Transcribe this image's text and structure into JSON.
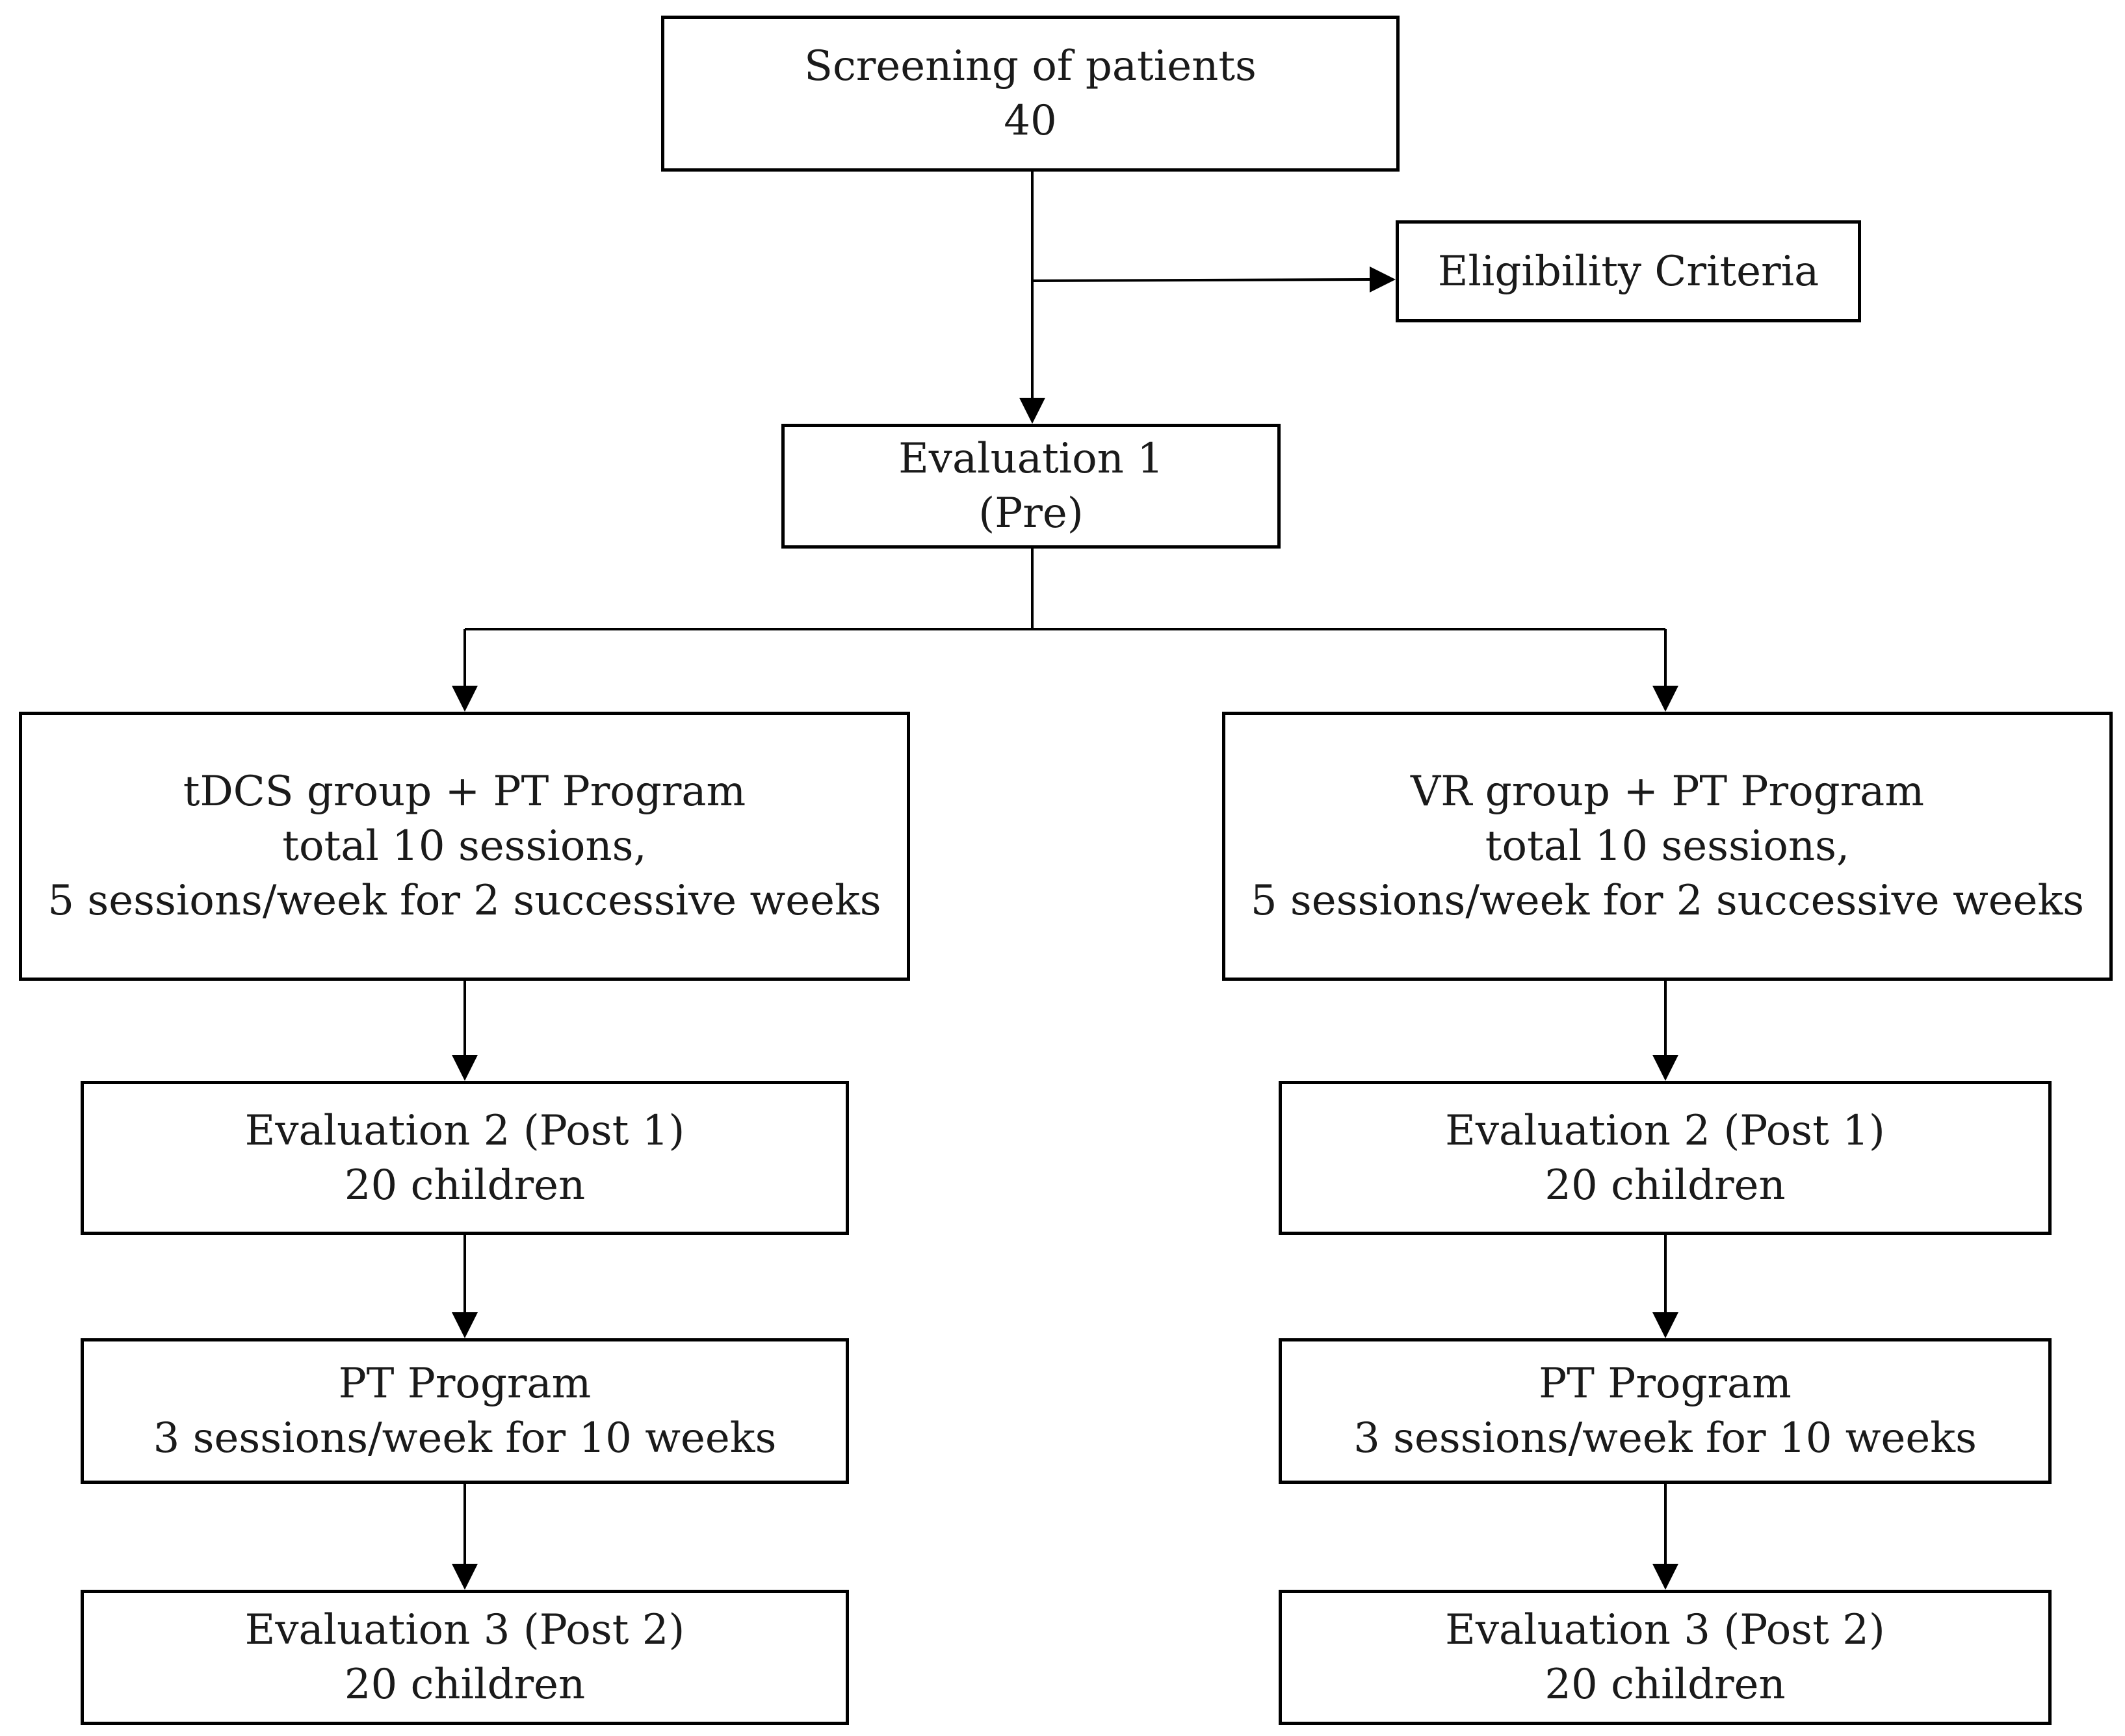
{
  "diagram": {
    "nodes": {
      "screening": {
        "lines": [
          "Screening of patients",
          "40"
        ]
      },
      "eligibility": {
        "lines": [
          "Eligibility Criteria"
        ]
      },
      "evaluation1": {
        "lines": [
          "Evaluation 1",
          "(Pre)"
        ]
      },
      "tdcs_group": {
        "lines": [
          "tDCS group + PT Program",
          "total 10 sessions,",
          "5 sessions/week for 2 successive weeks"
        ]
      },
      "vr_group": {
        "lines": [
          "VR group + PT Program",
          "total 10 sessions,",
          "5 sessions/week for 2 successive weeks"
        ]
      },
      "tdcs_evaluation2": {
        "lines": [
          "Evaluation 2 (Post 1)",
          "20 children"
        ]
      },
      "vr_evaluation2": {
        "lines": [
          "Evaluation 2 (Post 1)",
          "20 children"
        ]
      },
      "tdcs_pt_program": {
        "lines": [
          "PT Program",
          "3 sessions/week for 10 weeks"
        ]
      },
      "vr_pt_program": {
        "lines": [
          "PT Program",
          "3 sessions/week for 10 weeks"
        ]
      },
      "tdcs_evaluation3": {
        "lines": [
          "Evaluation 3 (Post 2)",
          "20 children"
        ]
      },
      "vr_evaluation3": {
        "lines": [
          "Evaluation 3 (Post 2)",
          "20 children"
        ]
      }
    },
    "edges": [
      {
        "from": "screening",
        "to": "evaluation1"
      },
      {
        "from": "screening",
        "to": "eligibility"
      },
      {
        "from": "evaluation1",
        "to": "tdcs_group"
      },
      {
        "from": "evaluation1",
        "to": "vr_group"
      },
      {
        "from": "tdcs_group",
        "to": "tdcs_evaluation2"
      },
      {
        "from": "vr_group",
        "to": "vr_evaluation2"
      },
      {
        "from": "tdcs_evaluation2",
        "to": "tdcs_pt_program"
      },
      {
        "from": "vr_evaluation2",
        "to": "vr_pt_program"
      },
      {
        "from": "tdcs_pt_program",
        "to": "tdcs_evaluation3"
      },
      {
        "from": "vr_pt_program",
        "to": "vr_evaluation3"
      }
    ],
    "colors": {
      "line": "#000000",
      "box_border": "#000000",
      "text": "#1a1a1a",
      "background": "#ffffff"
    }
  }
}
